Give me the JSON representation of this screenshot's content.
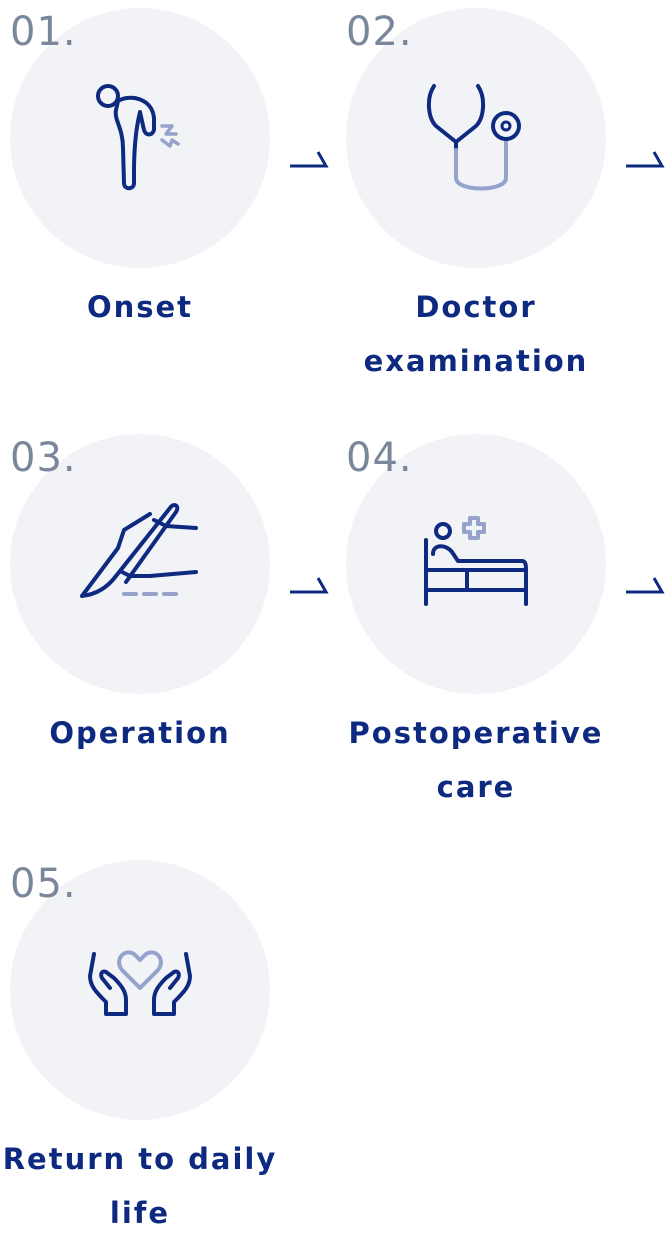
{
  "steps": [
    {
      "number": "01.",
      "label": "Onset",
      "icon": "back-pain-icon"
    },
    {
      "number": "02.",
      "label": "Doctor examination",
      "icon": "stethoscope-icon"
    },
    {
      "number": "03.",
      "label": "Operation",
      "icon": "scalpel-hand-icon"
    },
    {
      "number": "04.",
      "label": "Postoperative care",
      "icon": "hospital-bed-icon"
    },
    {
      "number": "05.",
      "label": "Return to daily life",
      "icon": "heart-hands-icon"
    }
  ],
  "colors": {
    "primary": "#0d2a80",
    "secondary": "#95a3cc",
    "circle": "#f2f3f7",
    "number": "#7a8699"
  }
}
